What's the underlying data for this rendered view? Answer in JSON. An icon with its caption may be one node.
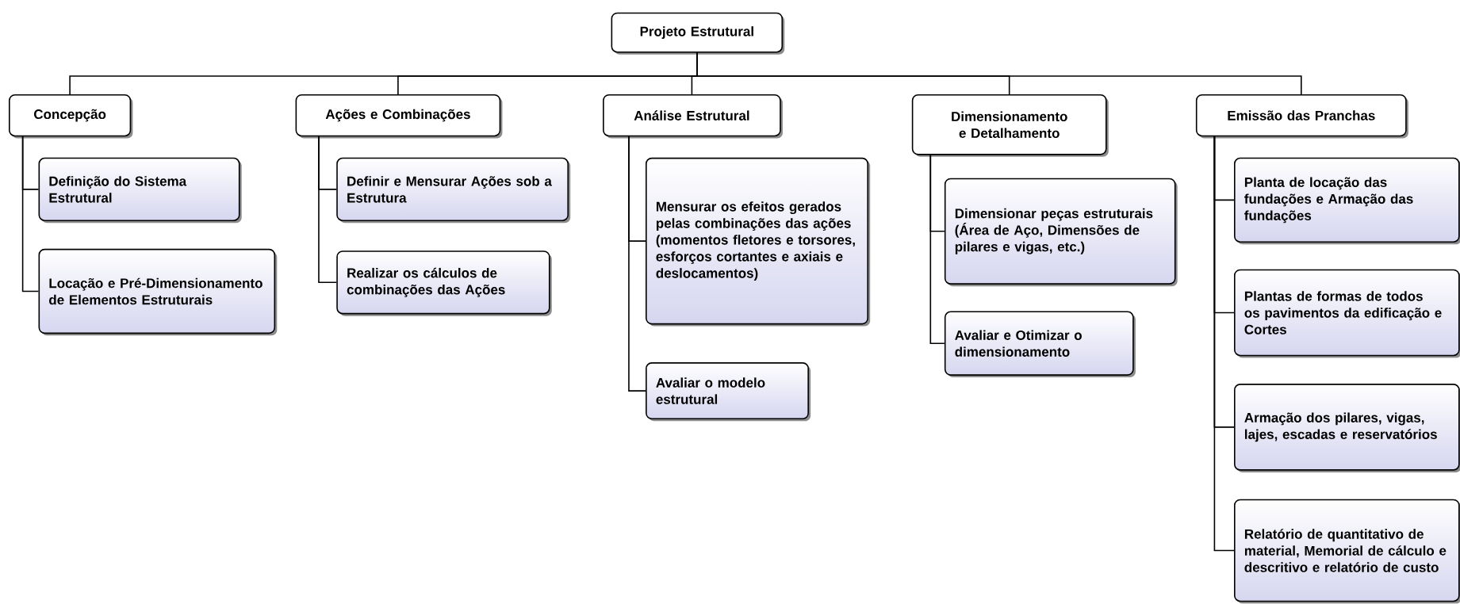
{
  "diagram": {
    "nodes": [
      {
        "text": [
          "Projeto Estrutural"
        ]
      },
      {
        "text": [
          "Concepção"
        ]
      },
      {
        "text": [
          "Definição do Sistema Estrutural"
        ]
      },
      {
        "text": [
          "Locação e Pré-Dimensionamento de Elementos Estruturais"
        ]
      },
      {
        "text": [
          "Ações e Combinações"
        ]
      },
      {
        "text": [
          "Definir e Mensurar Ações sob a Estrutura"
        ]
      },
      {
        "text": [
          "Realizar os cálculos de combinações das Ações"
        ]
      },
      {
        "text": [
          "Análise Estrutural"
        ]
      },
      {
        "text": [
          "Mensurar os efeitos gerados pelas combinações das ações (momentos fletores e torsores, esforços cortantes e axiais e deslocamentos)"
        ]
      },
      {
        "text": [
          "Avaliar o modelo estrutural"
        ]
      },
      {
        "text": [
          "Dimensionamento e Detalhamento"
        ]
      },
      {
        "text": [
          "Dimensionar peças estruturais (Área de Aço, Dimensões de pilares e vigas, etc.)"
        ]
      },
      {
        "text": [
          "Avaliar e Otimizar o dimensionamento"
        ]
      },
      {
        "text": [
          "Emissão das Pranchas"
        ]
      },
      {
        "text": [
          "Planta de locação das fundações e Armação das fundações"
        ]
      },
      {
        "text": [
          "Plantas de formas de todos os pavimentos da edificação e Cortes"
        ]
      },
      {
        "text": [
          "Armação dos pilares, vigas, lajes, escadas e reservatórios"
        ]
      },
      {
        "text": [
          "Relatório de quantitativo de material, Memorial de cálculo e descritivo e relatório de custo"
        ]
      }
    ],
    "edges": [
      {
        "from": 0,
        "to": 1,
        "arrow": "none"
      },
      {
        "from": 0,
        "to": 4,
        "arrow": "none"
      },
      {
        "from": 0,
        "to": 7,
        "arrow": "none"
      },
      {
        "from": 0,
        "to": 10,
        "arrow": "none"
      },
      {
        "from": 0,
        "to": 13,
        "arrow": "none"
      },
      {
        "from": 1,
        "to": 2,
        "arrow": "none"
      },
      {
        "from": 1,
        "to": 3,
        "arrow": "none"
      },
      {
        "from": 4,
        "to": 5,
        "arrow": "none"
      },
      {
        "from": 4,
        "to": 6,
        "arrow": "none"
      },
      {
        "from": 7,
        "to": 8,
        "arrow": "none"
      },
      {
        "from": 7,
        "to": 9,
        "arrow": "none"
      },
      {
        "from": 10,
        "to": 11,
        "arrow": "none"
      },
      {
        "from": 10,
        "to": 12,
        "arrow": "none"
      },
      {
        "from": 13,
        "to": 14,
        "arrow": "none"
      },
      {
        "from": 13,
        "to": 15,
        "arrow": "none"
      },
      {
        "from": 13,
        "to": 16,
        "arrow": "none"
      },
      {
        "from": 13,
        "to": 17,
        "arrow": "none"
      }
    ]
  }
}
